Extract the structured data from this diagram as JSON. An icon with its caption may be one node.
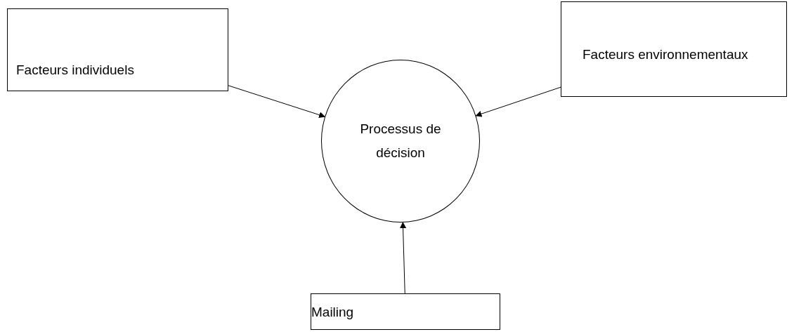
{
  "diagram": {
    "nodes": [
      {
        "text": [
          "Facteurs individuels"
        ]
      },
      {
        "text": [
          "Facteurs environnementaux"
        ]
      },
      {
        "text": [
          "Mailing"
        ]
      },
      {
        "text": [
          "Processus de décision"
        ]
      }
    ],
    "edges": [
      {
        "from": 0,
        "to": 3,
        "arrow": "to"
      },
      {
        "from": 1,
        "to": 3,
        "arrow": "to"
      },
      {
        "from": 2,
        "to": 3,
        "arrow": "to"
      }
    ]
  }
}
